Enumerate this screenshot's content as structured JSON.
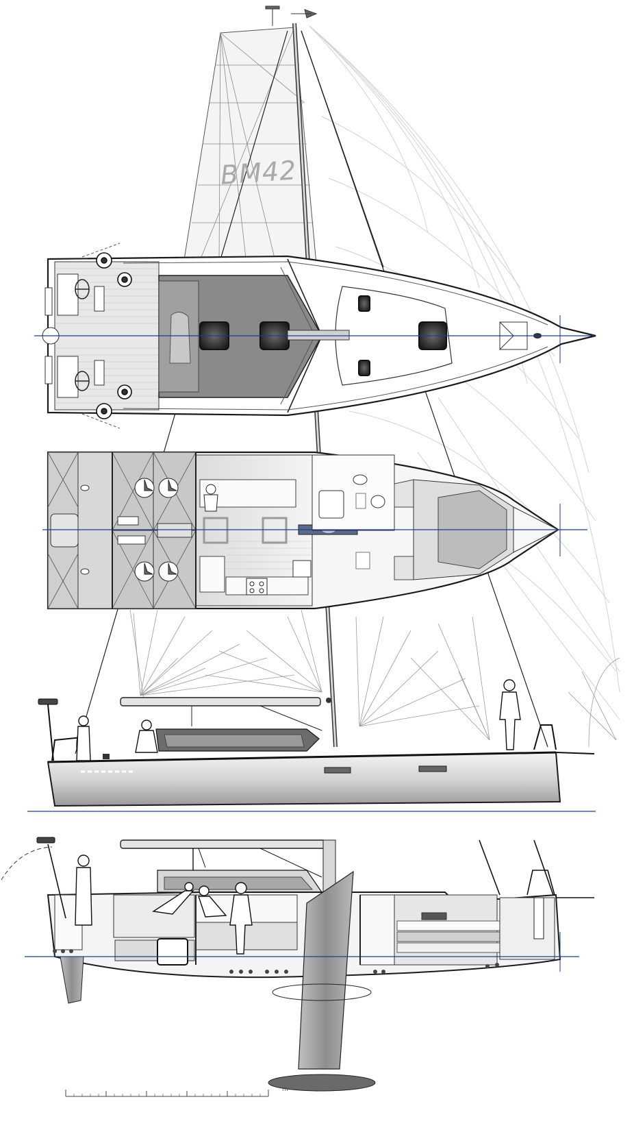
{
  "drawing": {
    "sail_mark": "BM42",
    "scale_unit": "m",
    "scale_divisions": 6,
    "colors": {
      "line": "#1a1a1a",
      "sail_light": "#cfcfcf",
      "centerline": "#1f3c8c",
      "deck_dark": "#8a8a8a",
      "hull_grey": "#d6d6d6"
    }
  }
}
